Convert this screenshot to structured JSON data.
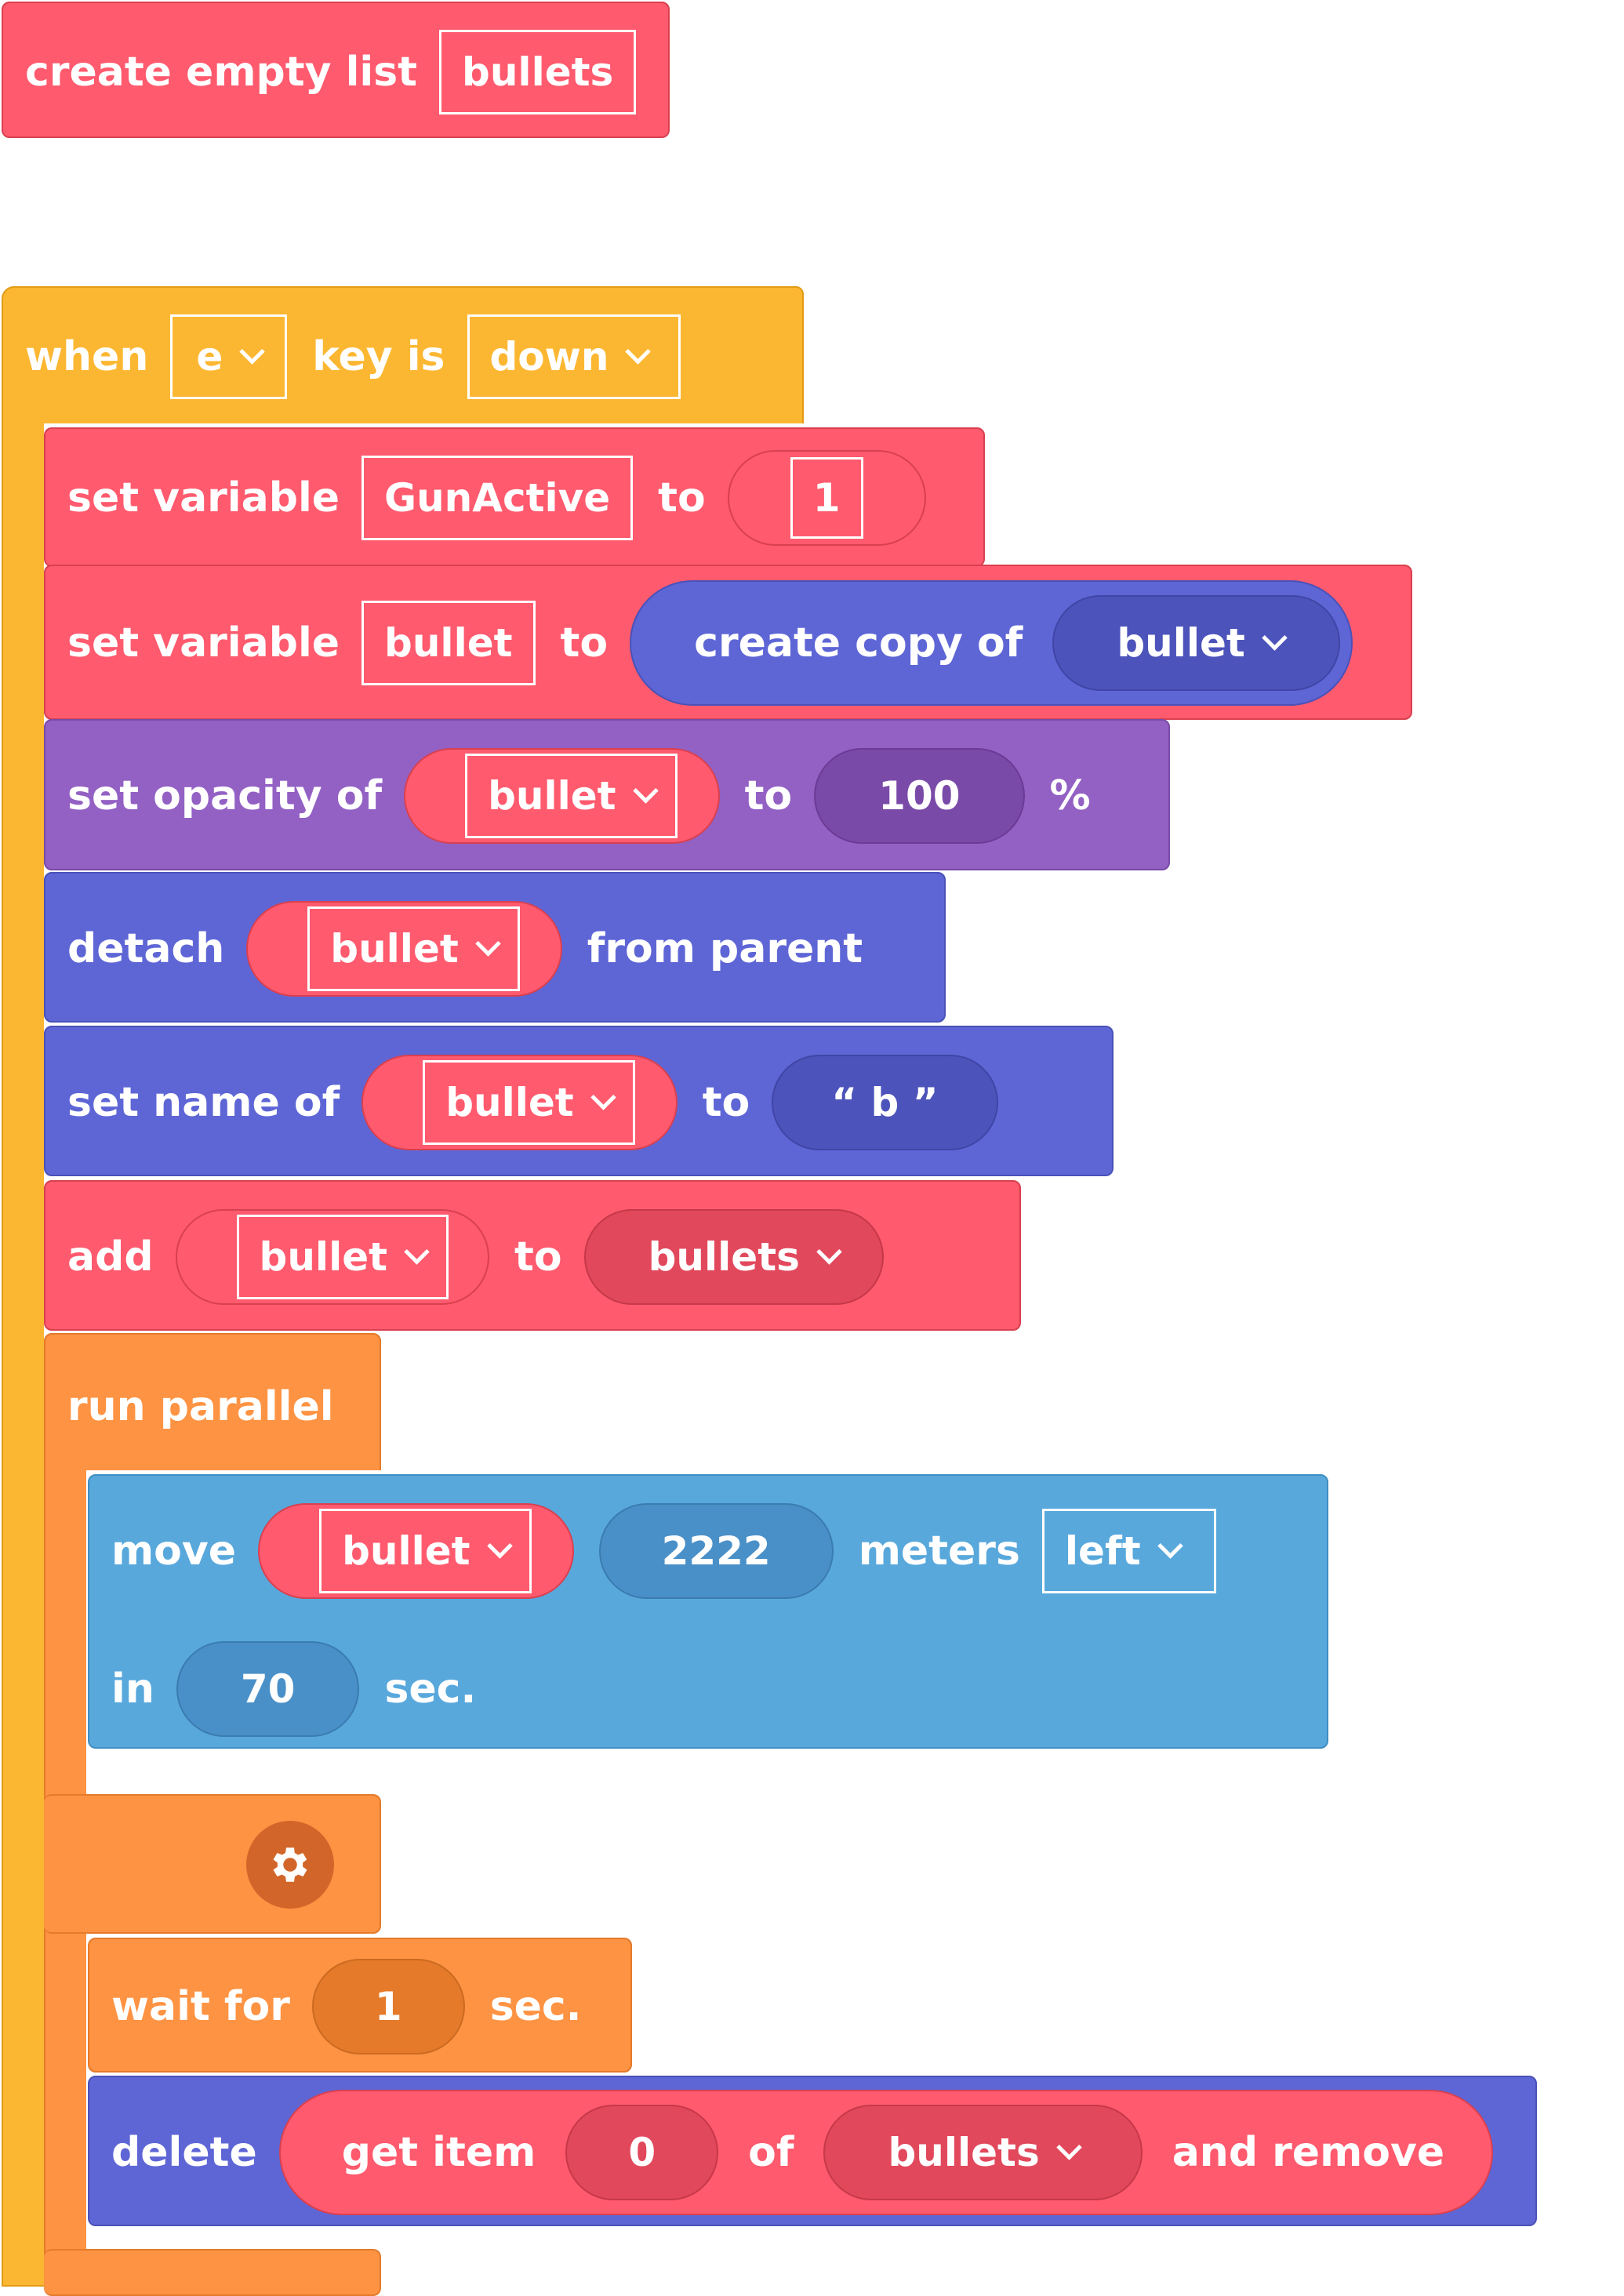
{
  "blocks": {
    "create_list": {
      "label": "create empty list",
      "list_name": "bullets"
    },
    "when_key": {
      "when": "when",
      "key": "e",
      "key_is": "key is",
      "state": "down"
    },
    "set_gun": {
      "label": "set variable",
      "var": "GunActive",
      "to": "to",
      "value": "1"
    },
    "set_bullet": {
      "label": "set variable",
      "var": "bullet",
      "to": "to",
      "copy_label": "create copy of",
      "copy_target": "bullet"
    },
    "set_opacity": {
      "label": "set opacity of",
      "target": "bullet",
      "to": "to",
      "value": "100",
      "unit": "%"
    },
    "detach": {
      "label": "detach",
      "target": "bullet",
      "suffix": "from parent"
    },
    "set_name": {
      "label": "set name of",
      "target": "bullet",
      "to": "to",
      "value": "“ b ”"
    },
    "add": {
      "label": "add",
      "item": "bullet",
      "to": "to",
      "list": "bullets"
    },
    "run_parallel": {
      "label": "run parallel"
    },
    "move": {
      "label": "move",
      "target": "bullet",
      "distance": "2222",
      "unit": "meters",
      "direction": "left",
      "in": "in",
      "time": "70",
      "sec": "sec."
    },
    "settings": {
      "icon": "gear-icon"
    },
    "wait": {
      "label": "wait for",
      "value": "1",
      "sec": "sec."
    },
    "delete": {
      "label": "delete",
      "get_item": "get item",
      "index": "0",
      "of": "of",
      "list": "bullets",
      "remove": "and remove"
    }
  },
  "colors": {
    "control": "#fcb732",
    "variables": "#ff5a6e",
    "objects": "#5e66d6",
    "looks": "#9361c4",
    "flow": "#fe9343",
    "motion": "#58a8dc"
  }
}
